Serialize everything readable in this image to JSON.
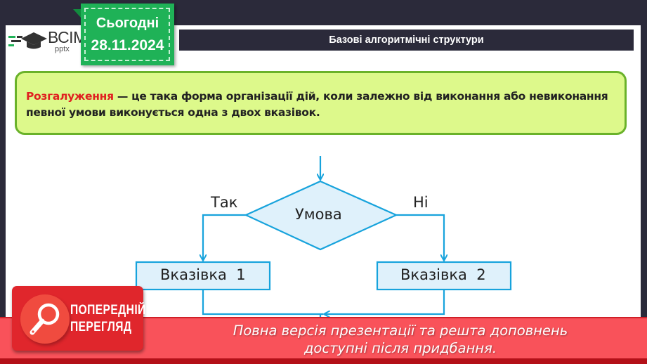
{
  "header": {
    "logo": {
      "brand": "ВСІМ",
      "sub": "pptx"
    },
    "date_badge": {
      "label": "Сьогодні",
      "date": "28.11.2024"
    },
    "title": "Базові алгоритмічні структури"
  },
  "definition": {
    "term": "Розгалуження",
    "text": " — це така форма організації дій, коли залежно від виконання або невиконання певної умови виконується одна з двох вказівок."
  },
  "flowchart": {
    "condition": "Умова",
    "yes_label": "Так",
    "no_label": "Ні",
    "branch1": "Вказівка  1",
    "branch2": "Вказівка  2",
    "colors": {
      "stroke": "#17a3dc",
      "fill": "#dff1fb"
    }
  },
  "preview_badge": {
    "line1": "ПОПЕРЕДНІЙ",
    "line2": "ПЕРЕГЛЯД",
    "icon": "magnifier-icon"
  },
  "banner": {
    "line1": "Повна версія презентації та решта доповнень",
    "line2": "доступні після придбання."
  },
  "colors": {
    "frame": "#2b2a3a",
    "badge_green": "#1fb257",
    "def_fill": "#ddf98b",
    "def_border": "#6ab22a",
    "term_red": "#e02020",
    "banner_red": "#f9525a"
  }
}
